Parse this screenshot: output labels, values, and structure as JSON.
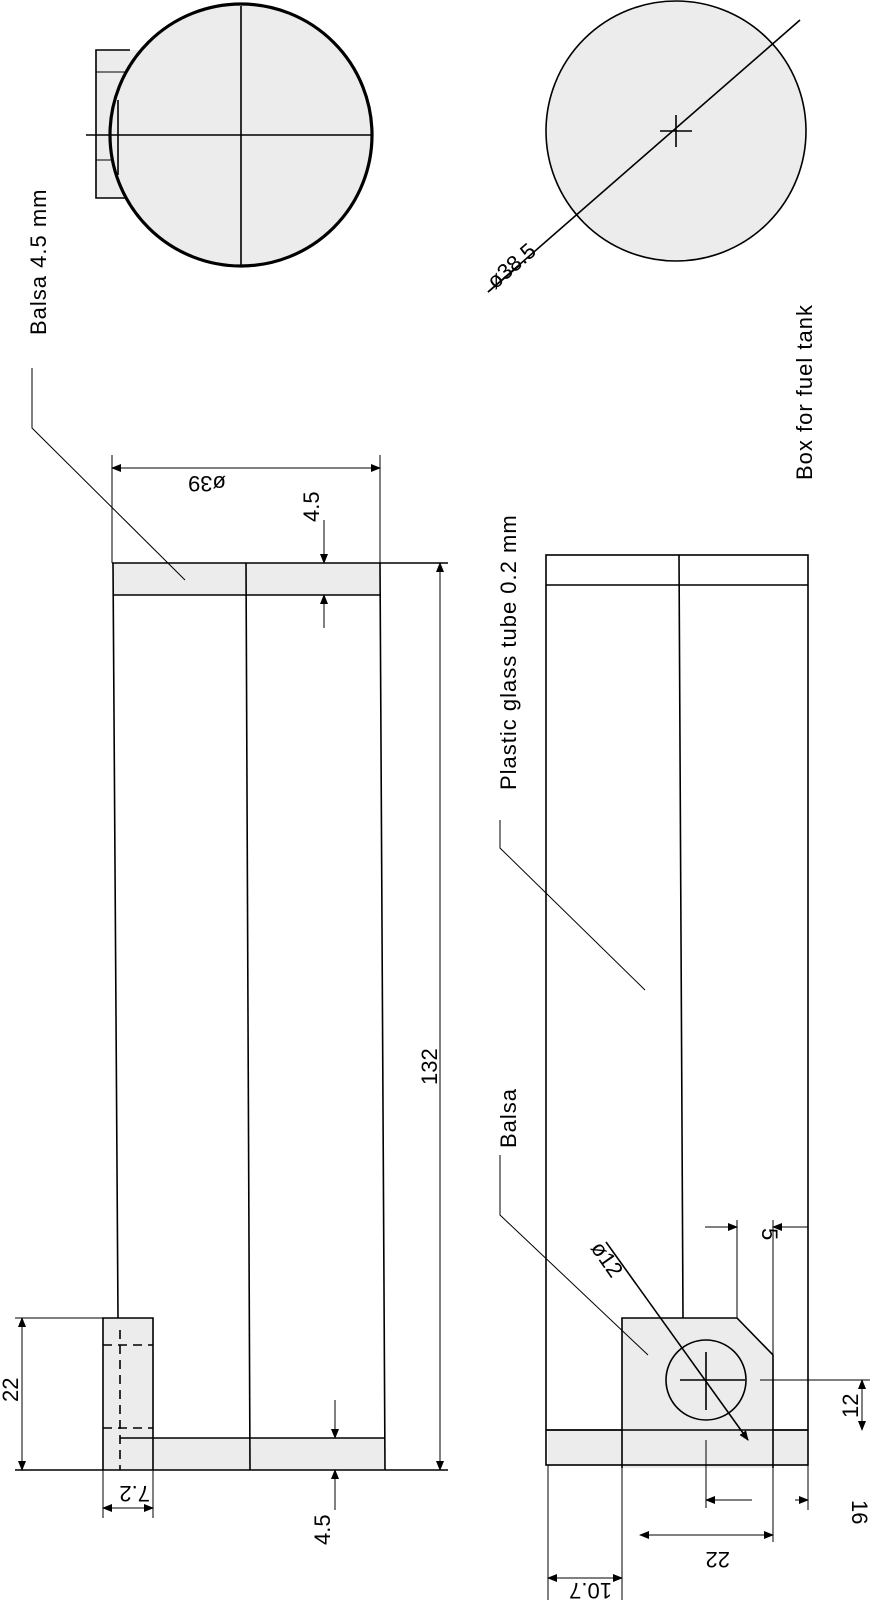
{
  "labels": {
    "balsa_4_5": "Balsa 4.5 mm",
    "plastic_tube": "Plastic glass tube 0.2 mm",
    "balsa": "Balsa",
    "box_fuel_tank": "Box for fuel tank"
  },
  "dimensions": {
    "d39": "ø39",
    "d38_5": "ø38.5",
    "d12": "ø12",
    "len132": "132",
    "w4_5_top": "4.5",
    "w4_5_bottom": "4.5",
    "w22_left": "22",
    "w7_2": "7.2",
    "w22_right": "22",
    "w10_7": "10.7",
    "w5": "5",
    "w12": "12",
    "w16": "16"
  }
}
